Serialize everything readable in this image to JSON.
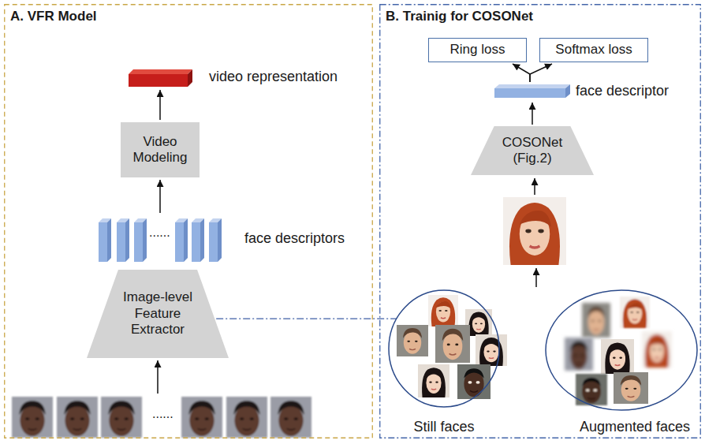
{
  "diagram": {
    "nodes": [
      {
        "text": [
          "A. VFR Model"
        ]
      },
      {
        "text": [
          "video representation"
        ],
        "in": 0
      },
      {
        "text": [
          "Video Modeling"
        ],
        "in": 0
      },
      {
        "text": [
          "face descriptors"
        ],
        "in": 0
      },
      {
        "text": [
          "Image-level Feature Extractor"
        ],
        "in": 0
      },
      {
        "text": [
          "B. Trainig for COSONet"
        ]
      },
      {
        "text": [
          "Ring loss"
        ],
        "in": 5
      },
      {
        "text": [
          "Softmax loss"
        ],
        "in": 5
      },
      {
        "text": [
          "face descriptor"
        ],
        "in": 5
      },
      {
        "text": [
          "COSONet (Fig.2)"
        ],
        "in": 5
      },
      {
        "text": [
          "Still faces"
        ],
        "in": 5
      },
      {
        "text": [
          "Augmented faces"
        ],
        "in": 5
      }
    ],
    "edges": [
      {
        "from": 2,
        "to": 1,
        "arrow": "to"
      },
      {
        "from": 3,
        "to": 2,
        "arrow": "to"
      },
      {
        "from": 4,
        "to": 10,
        "arrow": "none"
      },
      {
        "from": 9,
        "to": 8,
        "arrow": "to"
      },
      {
        "from": 8,
        "to": 6,
        "arrow": "to"
      },
      {
        "from": 8,
        "to": 7,
        "arrow": "to"
      }
    ],
    "labels": [
      "......",
      "......"
    ]
  }
}
